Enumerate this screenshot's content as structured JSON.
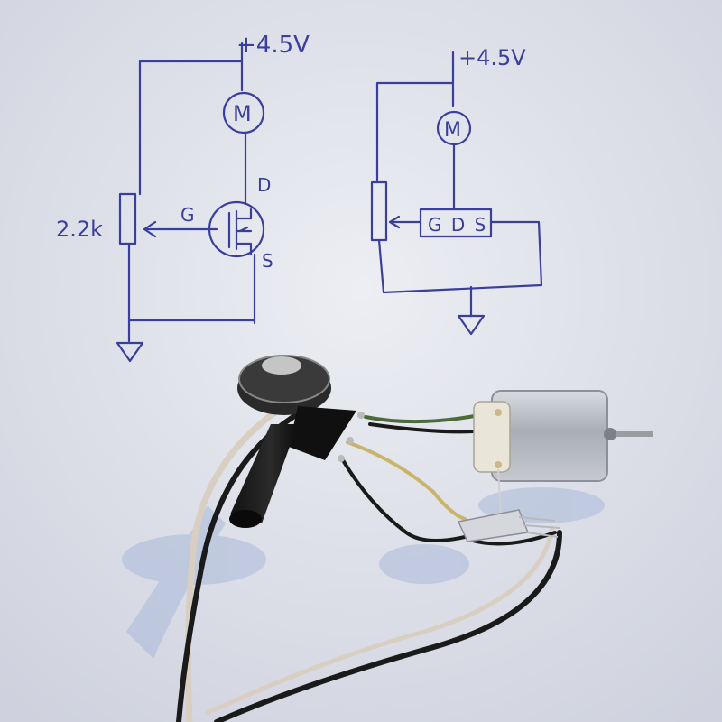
{
  "schematic_1": {
    "supply": "+4.5V",
    "motor": "M",
    "resistor": "2.2k",
    "gate": "G",
    "drain": "D",
    "source": "S"
  },
  "schematic_2": {
    "supply": "+4.5V",
    "motor": "M",
    "pinout": "G D S"
  },
  "colors": {
    "paper": "#dfe1ea",
    "ink": "#3b3f9c",
    "motor_metal": "#b9bcc4",
    "wire": "#1a1a1a",
    "wire_light": "#d8cfc2"
  }
}
